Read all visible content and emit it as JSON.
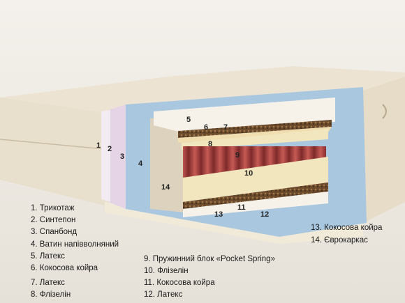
{
  "colors": {
    "background": "#eeeae3",
    "cover": "#efe6d6",
    "latex": "#f2e6bf",
    "coir": "#7a5a38",
    "springs": "#b04848",
    "felt": "#a9c7df",
    "synthetic": "#e4d4e6",
    "frame": "#ddd2be"
  },
  "labels": {
    "1": "1",
    "2": "2",
    "3": "3",
    "4": "4",
    "5": "5",
    "6": "6",
    "7": "7",
    "8": "8",
    "9": "9",
    "10": "10",
    "11": "11",
    "12": "12",
    "13": "13",
    "14": "14"
  },
  "legend": [
    "1.   Трикотаж",
    "2. Синтепон",
    "3. Спанбонд",
    "4. Ватин напівволняний",
    "5. Латекс",
    "6. Кокосова   койра",
    "7. Латекс",
    "8. Флізелін",
    "9. Пружинний блок «Pocket Spring»",
    "10. Флізелін",
    "11. Кокосова   койра",
    "12. Латекс",
    "13. Кокосова   койра",
    "14. Єврокаркас"
  ]
}
